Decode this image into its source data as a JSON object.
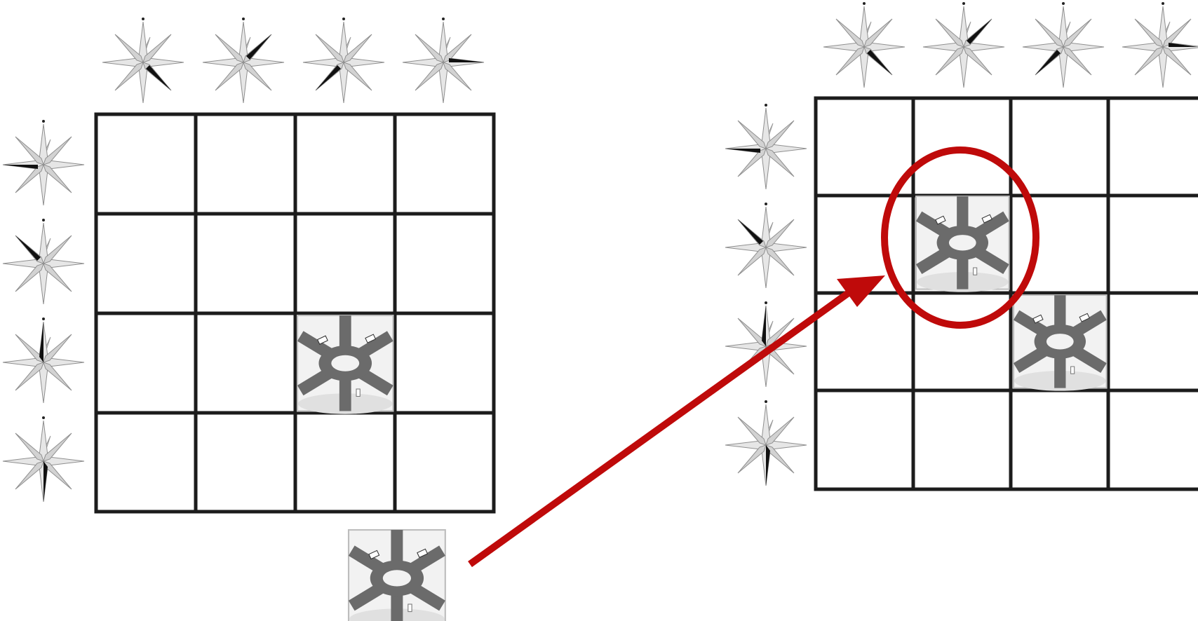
{
  "colors": {
    "background": "#ffffff",
    "grid_line": "#1c1c1c",
    "star_light": "#e2e2e2",
    "star_mid": "#c4c4c4",
    "star_outline": "#8f8f8f",
    "star_highlight": "#111111",
    "tile_background": "#eeeeee",
    "road": "#6b6b6b",
    "annotation_red": "#bf0a0a"
  },
  "icons": {
    "compass_star": "eight-point-compass-star-icon",
    "roundabout_tile": "roundabout-intersection-tile-icon"
  },
  "left_panel": {
    "grid": {
      "rows": 4,
      "cols": 4,
      "filled_cells": [
        {
          "row": 2,
          "col": 2
        }
      ]
    },
    "top_star_highlights": [
      "SE",
      "NE",
      "SW",
      "E"
    ],
    "side_star_highlights": [
      "W",
      "NW",
      "N",
      "S"
    ]
  },
  "loose_tile": {
    "description_icon": "roundabout-intersection-tile-icon"
  },
  "right_panel": {
    "grid": {
      "rows": 4,
      "cols": 4,
      "filled_cells": [
        {
          "row": 1,
          "col": 1
        },
        {
          "row": 2,
          "col": 2
        }
      ]
    },
    "top_star_highlights": [
      "SE",
      "NE",
      "SW",
      "E"
    ],
    "side_star_highlights": [
      "W",
      "NW",
      "N",
      "S"
    ],
    "circled_cell": {
      "row": 1,
      "col": 1
    }
  },
  "annotation": {
    "arrow_from": "loose-tile",
    "arrow_to": "right-grid-circled-cell"
  }
}
